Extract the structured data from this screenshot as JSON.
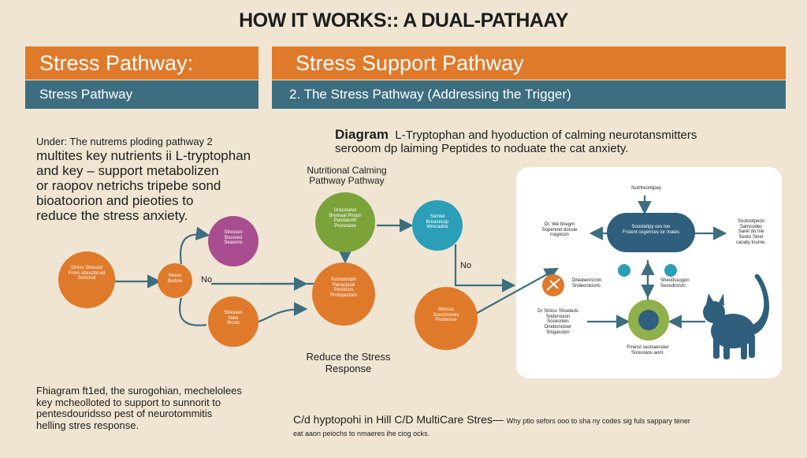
{
  "title": "HOW IT WORKS:: A DUAL-PATHAAY",
  "left_banner": {
    "heading": "Stress Pathway:",
    "subheading": "Stress Pathway"
  },
  "right_banner": {
    "heading": "Stress Support Pathway",
    "subheading": "2. The Stress Pathway (Addressing the Trigger)"
  },
  "intro_text": {
    "line1": "Under: The nutrems ploding pathway 2",
    "rest": "multites key nutrients ii L-tryptophan\nand key – support metabolizen\nor raopov netrichs tripebe sond\nbioatoorion and pieoties to\nreduce the stress anxiety."
  },
  "diagram_caption": {
    "lead": "Diagram",
    "text": "L-Tryptophan and hyoduction of calming neurotansmitters\nserooom dp laiming Peptides to noduate the cat anxiety."
  },
  "nutritional_label": "Nutritional Calming\nPathway Pathway",
  "reduce_label": "Reduce the Stress\nResponse",
  "no_labels": [
    "No",
    "No"
  ],
  "nodes": {
    "left_orange": "Stress Stressor\nFrom stressful ed\nSomoral",
    "center_small": "Stress\nBudote",
    "purple": "Stresses\nBoosted\nSeasons",
    "left_bottom": "Stresses\nNore\nSrose",
    "green": "Oracaseve\nBremaal Pnopn\nPandakoth\nPronotase",
    "teal_circle": "Semiel\nBreasecop\nWrecadne",
    "center_big": "Nutraotroph\nPenacpoal\nPantacos\nProtopectors",
    "lower_orange": "Stresso\nScendsones\nPnoterose"
  },
  "panel": {
    "top_label": "Nutrtreontipey",
    "left_note": "Dr. We ttnegm\nSopennet dossle\nrragocon",
    "pill": "Soostetipy ces toe\nFrstent cegences ior mates",
    "right_note": "Sootootpeon\nSamcodes\nSaret do trie\nSeotu Sinet\ncanaty tnurne.",
    "mid_left": "Dhedienncron\nSndeonicions",
    "mid_right": "Sheodssogon\nSeosdiorsm",
    "low_left": "Dr Stress Shseteds\nSnderosion\nSosesnies\nDnebonoster\nSingassion",
    "low_right": "Fmerst sestraenster\nSorestans aom."
  },
  "bottom_left_text": "Fhiagram ft1ed, the surogohian, mechelolees\nkey mcheolloted to support to sunnorit to\npentesdouridsso pest of neurotommitis\nhelling stres response.",
  "bottom_right_text": {
    "main": "C/d hyptopohi in Hill C/D MultiCare Stres—",
    "small1": "Why ptio sefors ooo to sha ny codes sig fuls sappary tener",
    "small2": "eat aaon peiochs to nmaeres ihe ciog ocks."
  },
  "colors": {
    "background": "#efe5d2",
    "orange": "#e07a2b",
    "teal": "#3d6e80",
    "purple": "#a84d8f",
    "green": "#7ba33a",
    "cyan": "#2b9fb8",
    "navy": "#2f5f7d"
  }
}
